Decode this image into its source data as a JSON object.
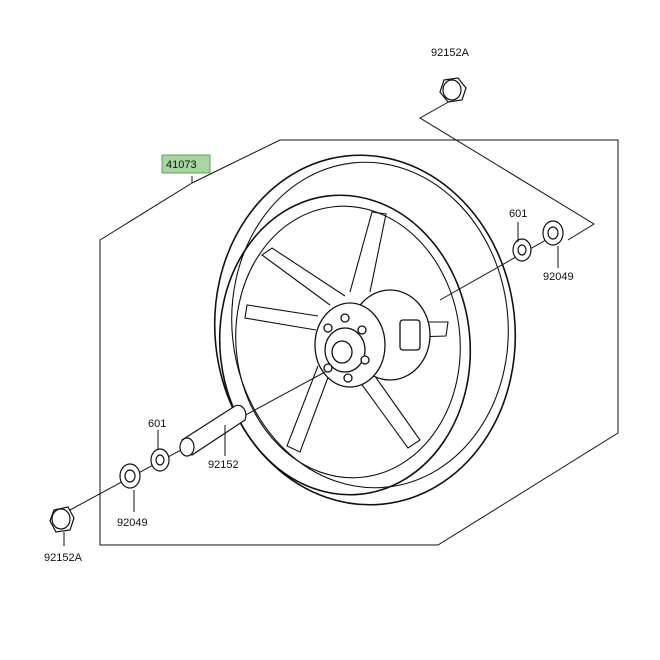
{
  "diagram": {
    "labels": {
      "wheel_assy": "41073",
      "spacer_top": "92152A",
      "spacer_bottom": "92152A",
      "bearing_right": "601",
      "bearing_left": "601",
      "seal_right": "92049",
      "seal_left": "92049",
      "axle_collar": "92152"
    },
    "highlight_color": "#a8d5a2",
    "line_color": "#111111"
  }
}
